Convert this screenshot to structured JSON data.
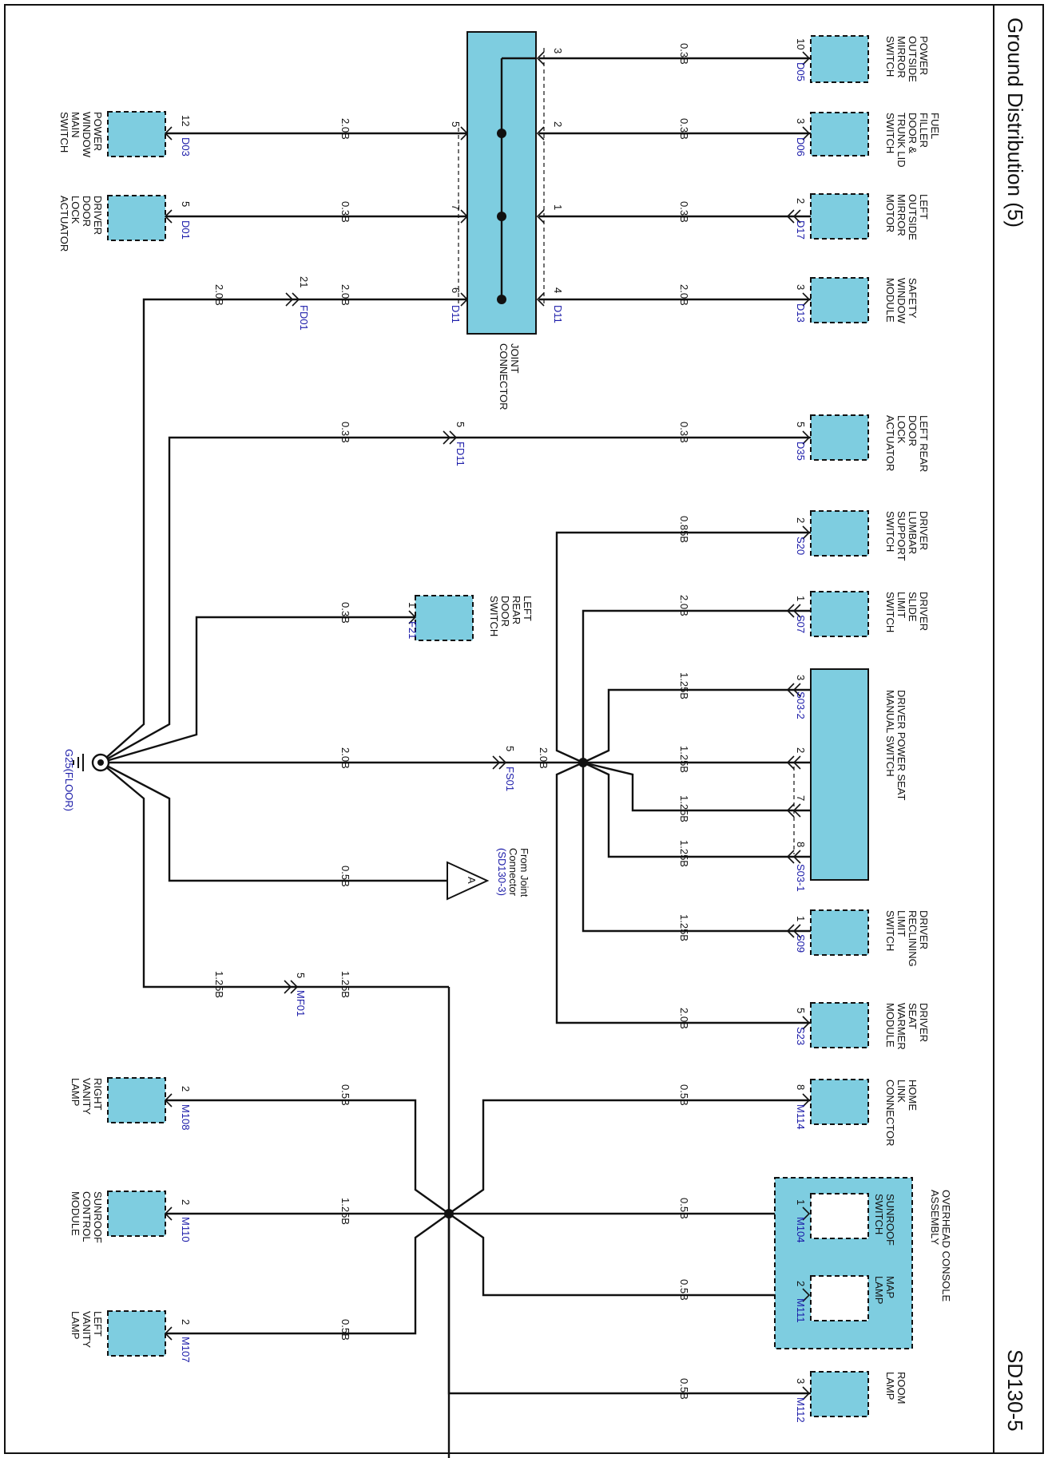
{
  "title": "Ground Distribution (5)",
  "page_code": "SD130-5",
  "components": {
    "power_outside_mirror_switch": [
      "POWER",
      "OUTSIDE",
      "MIRROR",
      "SWITCH"
    ],
    "fuel_filler_switch": [
      "FUEL",
      "FILLER",
      "DOOR &",
      "TRUNK LID",
      "SWITCH"
    ],
    "left_outside_mirror_motor": [
      "LEFT",
      "OUTSIDE",
      "MIRROR",
      "MOTOR"
    ],
    "safety_window_module": [
      "SAFETY",
      "WINDOW",
      "MODULE"
    ],
    "left_rear_door_lock_actuator": [
      "LEFT REAR",
      "DOOR",
      "LOCK",
      "ACTUATOR"
    ],
    "driver_lumbar_support_switch": [
      "DRIVER",
      "LUMBAR",
      "SUPPORT",
      "SWITCH"
    ],
    "driver_slide_limit_switch": [
      "DRIVER",
      "SLIDE",
      "LIMIT",
      "SWITCH"
    ],
    "driver_power_seat_manual_switch": [
      "DRIVER POWER SEAT",
      "MANUAL SWITCH"
    ],
    "driver_reclining_limit_switch": [
      "DRIVER",
      "RECLINING",
      "LIMIT",
      "SWITCH"
    ],
    "driver_seat_warmer_module": [
      "DRIVER",
      "SEAT",
      "WARMER",
      "MODULE"
    ],
    "home_link_connector": [
      "HOME",
      "LINK",
      "CONNECTOR"
    ],
    "overhead_console_assembly": [
      "OVERHEAD CONSOLE",
      "ASSEMBLY"
    ],
    "sunroof_switch": [
      "SUNROOF",
      "SWITCH"
    ],
    "map_lamp": [
      "MAP",
      "LAMP"
    ],
    "room_lamp": [
      "ROOM",
      "LAMP"
    ],
    "power_window_main_switch": [
      "POWER",
      "WINDOW",
      "MAIN",
      "SWITCH"
    ],
    "driver_door_lock_actuator": [
      "DRIVER",
      "DOOR",
      "LOCK",
      "ACTUATOR"
    ],
    "joint_connector": [
      "JOINT",
      "CONNECTOR"
    ],
    "left_rear_door_switch": [
      "LEFT",
      "REAR",
      "DOOR",
      "SWITCH"
    ],
    "from_joint_connector": [
      "From Joint",
      "Connector",
      "(SD130-3)"
    ],
    "right_vanity_lamp": [
      "RIGHT",
      "VANITY",
      "LAMP"
    ],
    "sunroof_control_module": [
      "SUNROOF",
      "CONTROL",
      "MODULE"
    ],
    "left_vanity_lamp": [
      "LEFT",
      "VANITY",
      "LAMP"
    ]
  },
  "connectors": {
    "D05": "D05",
    "D06": "D06",
    "D17": "D17",
    "D13": "D13",
    "D35": "D35",
    "S20": "S20",
    "S07": "S07",
    "S03_2": "S03-2",
    "S03_1": "S03-1",
    "S09": "S09",
    "S23": "S23",
    "M114": "M114",
    "M104": "M104",
    "M111": "M111",
    "M112": "M112",
    "D03": "D03",
    "D01": "D01",
    "D11": "D11",
    "FD01": "FD01",
    "FD11": "FD11",
    "F21": "F21",
    "FS01": "FS01",
    "MF01": "MF01",
    "M108": "M108",
    "M110": "M110",
    "M107": "M107",
    "ground": "G25(FLOOR)",
    "triangle": "A"
  },
  "pins": {
    "d05": "10",
    "d06": "3",
    "d17": "2",
    "d13": "3",
    "d35": "5",
    "s20": "2",
    "s07": "1",
    "s03_a": "3",
    "s03_b": "2",
    "s03_c": "7",
    "s03_d": "8",
    "s09": "1",
    "s23": "5",
    "m114": "8",
    "m104": "1",
    "m111": "2",
    "m112": "3",
    "d03": "12",
    "d01": "5",
    "f21": "1",
    "m108": "2",
    "m110": "2",
    "m107": "2",
    "jc_3": "3",
    "jc_2": "2",
    "jc_1": "1",
    "jc_4": "4",
    "jc_5": "5",
    "jc_7": "7",
    "jc_6": "6",
    "fd01": "21",
    "fd11": "5",
    "fs01": "5",
    "mf01": "5"
  },
  "gauges": {
    "d05": "0.3B",
    "d06": "0.3B",
    "d17": "0.3B",
    "d13": "2.0B",
    "d35": "0.3B",
    "s20": "0.85B",
    "s07": "2.0B",
    "s03_a": "1.25B",
    "s03_b": "1.25B",
    "s03_c": "1.25B",
    "s03_d": "1.25B",
    "s09": "1.25B",
    "s23": "2.0B",
    "m114": "0.5B",
    "m104": "0.5B",
    "m111": "0.5B",
    "m112": "0.5B",
    "d03": "2.0B",
    "d01": "0.3B",
    "jc_fd01": "2.0B",
    "fd01_g": "2.0B",
    "fd11_l": "0.3B",
    "f21": "0.3B",
    "fs01_l": "2.0B",
    "seat_bus": "2.0B",
    "tri": "0.5B",
    "mf01_r": "1.25B",
    "mf01_l": "1.25B",
    "m108": "0.5B",
    "m110": "1.25B",
    "m107": "0.5B"
  }
}
